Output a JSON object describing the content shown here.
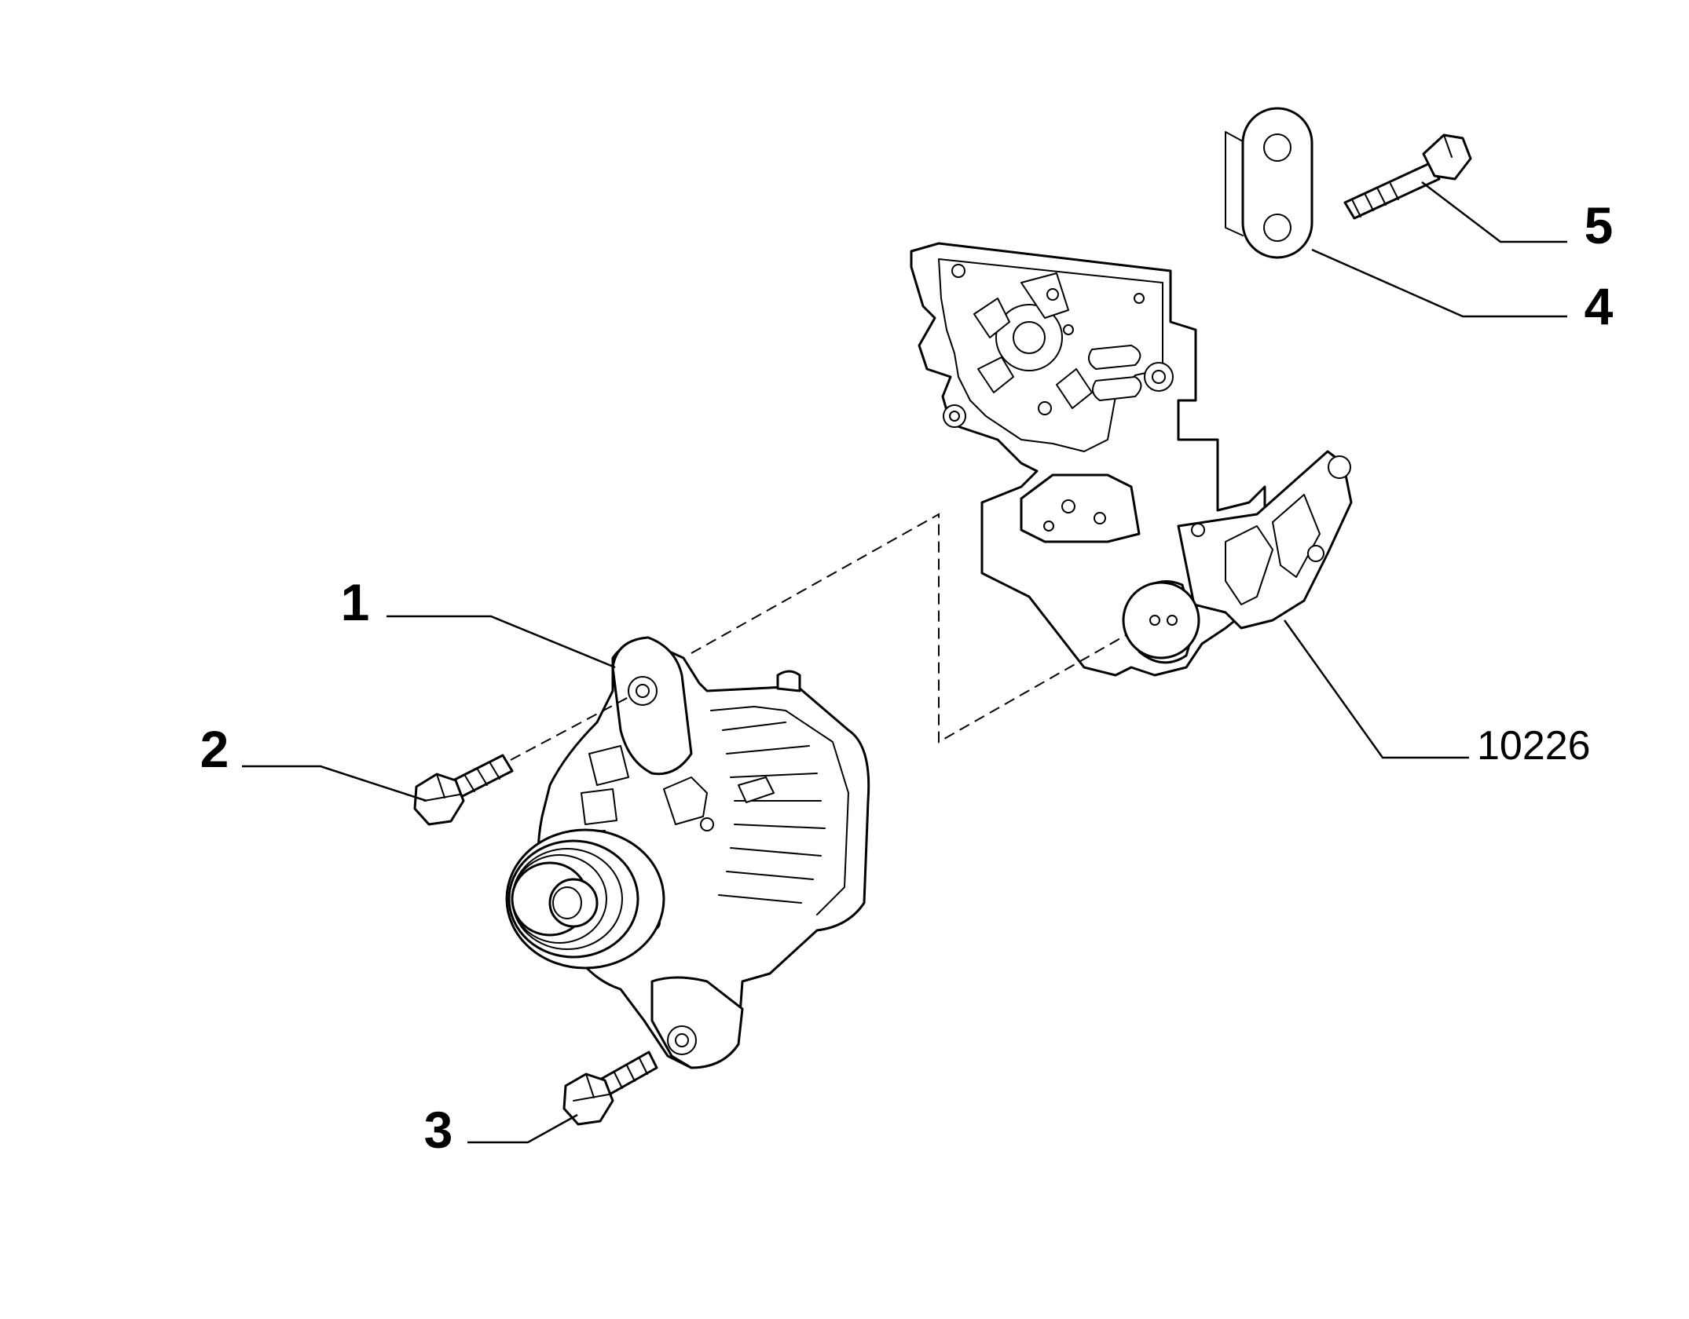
{
  "callouts": {
    "c1": "1",
    "c2": "2",
    "c3": "3",
    "c4": "4",
    "c5": "5",
    "ref": "10226"
  }
}
